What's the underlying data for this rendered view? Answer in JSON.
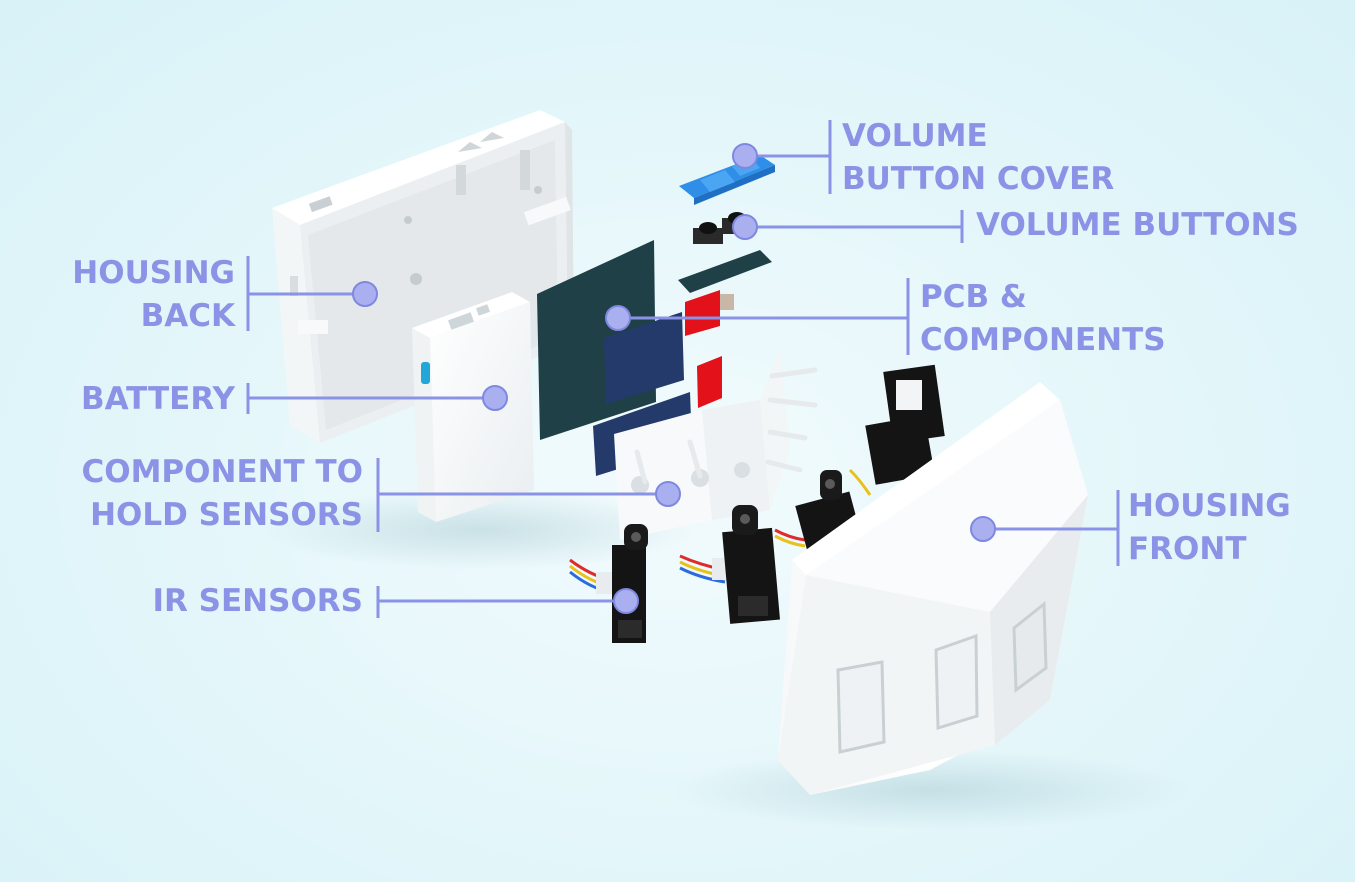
{
  "labels": {
    "volume_button_cover": [
      "VOLUME",
      "BUTTON COVER"
    ],
    "volume_buttons": [
      "VOLUME BUTTONS"
    ],
    "housing_back": [
      "HOUSING",
      "BACK"
    ],
    "pcb_components": [
      "PCB &",
      "COMPONENTS"
    ],
    "battery": [
      "BATTERY"
    ],
    "component_to_hold_sensors": [
      "COMPONENT TO",
      "HOLD SENSORS"
    ],
    "housing_front": [
      "HOUSING",
      "FRONT"
    ],
    "ir_sensors": [
      "IR SENSORS"
    ]
  },
  "colors": {
    "label": "#8b93e6",
    "leader": "#8b93e6",
    "marker": "#aab0ef",
    "pcb_dark": "#1e3f47",
    "pcb_blue": "#243a6b",
    "red_part": "#e3111a",
    "button_cover": "#2f8fe8",
    "housing": "#ffffff",
    "sensor": "#141414"
  }
}
